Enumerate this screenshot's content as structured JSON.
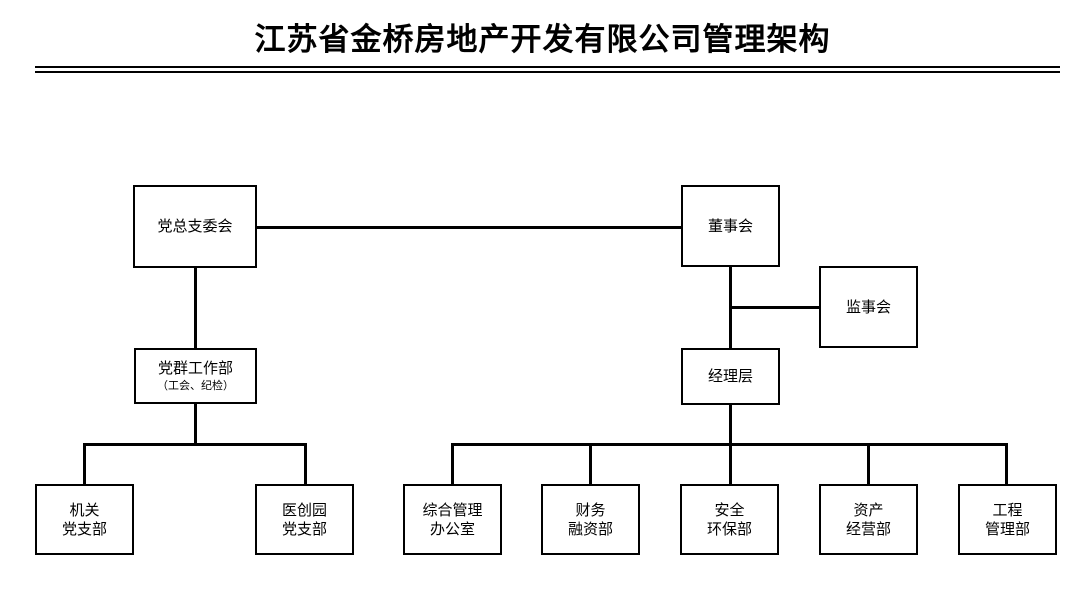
{
  "page": {
    "title": "江苏省金桥房地产开发有限公司管理架构",
    "background_color": "#ffffff",
    "line_color": "#000000",
    "text_color": "#000000"
  },
  "chart_data": {
    "type": "diagram",
    "title": "江苏省金桥房地产开发有限公司管理架构",
    "orientation": "top-down",
    "nodes": [
      {
        "id": "party_committee",
        "label": "党总支委会",
        "sub": ""
      },
      {
        "id": "board",
        "label": "董事会",
        "sub": ""
      },
      {
        "id": "supervisory",
        "label": "监事会",
        "sub": ""
      },
      {
        "id": "party_work_dept",
        "label": "党群工作部",
        "sub": "（工会、纪检）"
      },
      {
        "id": "management",
        "label": "经理层",
        "sub": ""
      },
      {
        "id": "org_branch",
        "label": "机关",
        "sub": "党支部"
      },
      {
        "id": "yichuangyuan",
        "label": "医创园",
        "sub": "党支部"
      },
      {
        "id": "general_office",
        "label": "综合管理",
        "sub": "办公室"
      },
      {
        "id": "finance_dept",
        "label": "财务",
        "sub": "融资部"
      },
      {
        "id": "safety_dept",
        "label": "安全",
        "sub": "环保部"
      },
      {
        "id": "asset_dept",
        "label": "资产",
        "sub": "经营部"
      },
      {
        "id": "engineering_dept",
        "label": "工程",
        "sub": "管理部"
      }
    ],
    "edges": [
      {
        "from": "party_committee",
        "to": "board",
        "style": "horizontal"
      },
      {
        "from": "board",
        "to": "supervisory",
        "style": "elbow"
      },
      {
        "from": "board",
        "to": "management",
        "style": "vertical"
      },
      {
        "from": "party_committee",
        "to": "party_work_dept",
        "style": "vertical"
      },
      {
        "from": "party_work_dept",
        "to": "org_branch",
        "style": "elbow"
      },
      {
        "from": "party_work_dept",
        "to": "yichuangyuan",
        "style": "elbow"
      },
      {
        "from": "management",
        "to": "general_office",
        "style": "elbow"
      },
      {
        "from": "management",
        "to": "finance_dept",
        "style": "elbow"
      },
      {
        "from": "management",
        "to": "safety_dept",
        "style": "elbow"
      },
      {
        "from": "management",
        "to": "asset_dept",
        "style": "elbow"
      },
      {
        "from": "management",
        "to": "engineering_dept",
        "style": "elbow"
      }
    ]
  }
}
